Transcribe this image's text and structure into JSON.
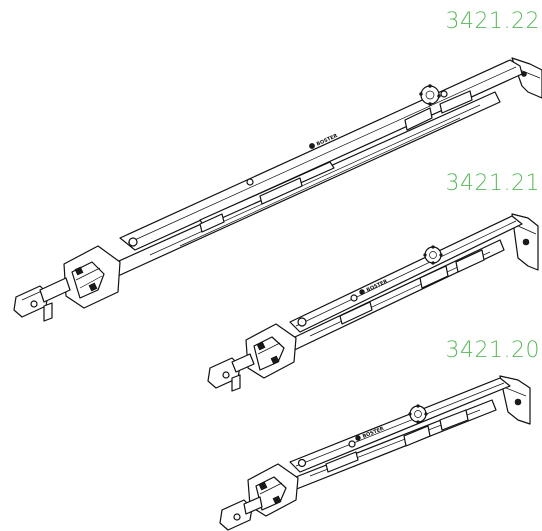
{
  "products": [
    {
      "code": "3421.22",
      "brand_mark": "BOSTER"
    },
    {
      "code": "3421.21",
      "brand_mark": "BOSTER"
    },
    {
      "code": "3421.20",
      "brand_mark": "BOSTER"
    }
  ],
  "colors": {
    "label_green": "#5cb85c",
    "line_art": "#111111",
    "background": "#ffffff"
  }
}
